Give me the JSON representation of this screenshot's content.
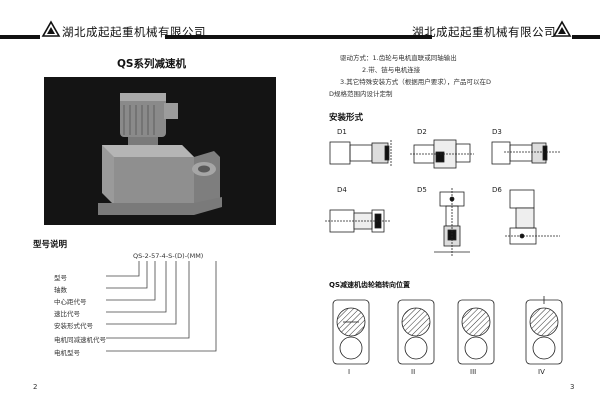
{
  "header": {
    "company_left": "湖北成起起重机械有限公司",
    "company_right": "湖北成起起重机械有限公司"
  },
  "left": {
    "title": "QS系列减速机",
    "model_section": "型号说明",
    "model_code": "QS-2-57-4-S-(D)-(MM)",
    "model_labels": [
      "型号",
      "轴数",
      "中心距代号",
      "速比代号",
      "安装形式代号",
      "电机同减速机代号",
      "电机型号"
    ],
    "page_number": "2"
  },
  "right": {
    "text_lines": [
      "驱动方式：1.齿轮与电机直联或同轴输出",
      "2.带、链与电机连接",
      "3.其它特殊安装方式（根据用户要求），产品可以在D",
      "D规格范围内设计定制"
    ],
    "install_section": "安装形式",
    "install_tags": [
      "D1",
      "D2",
      "D3",
      "D4",
      "D5",
      "D6"
    ],
    "qs_section": "QS减速机齿轮箱转向位置",
    "gear_labels": [
      "I",
      "II",
      "III",
      "IV"
    ],
    "page_number": "3"
  }
}
